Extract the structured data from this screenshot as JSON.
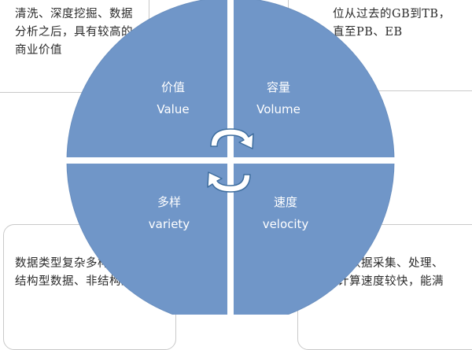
{
  "quadrants": {
    "value": {
      "cn": "价值",
      "en": "Value"
    },
    "volume": {
      "cn": "容量",
      "en": "Volume"
    },
    "variety": {
      "cn": "多样",
      "en": "variety"
    },
    "velocity": {
      "cn": "速度",
      "en": "velocity"
    }
  },
  "boxes": {
    "top_left": [
      "清洗、深度挖掘、数据",
      "分析之后，具有较高的",
      "商业价值"
    ],
    "top_right": [
      "位从过去的GB到TB，",
      "直至PB、EB"
    ],
    "bottom_left": [
      "数据类型复杂多样，包括",
      "结构型数据、非结构型数"
    ],
    "bottom_right": [
      "大数据采集、处理、",
      "计算速度较快，能满"
    ]
  },
  "colors": {
    "circle_fill": "#7096c8",
    "circle_stroke": "#6a8fbf",
    "divider": "#ffffff",
    "box_border": "#c9c9c9",
    "arrow_fill": "#ffffff",
    "arrow_stroke": "#3e6d9e"
  },
  "icons": [
    "cycle-arrow-top-icon",
    "cycle-arrow-bottom-icon"
  ]
}
